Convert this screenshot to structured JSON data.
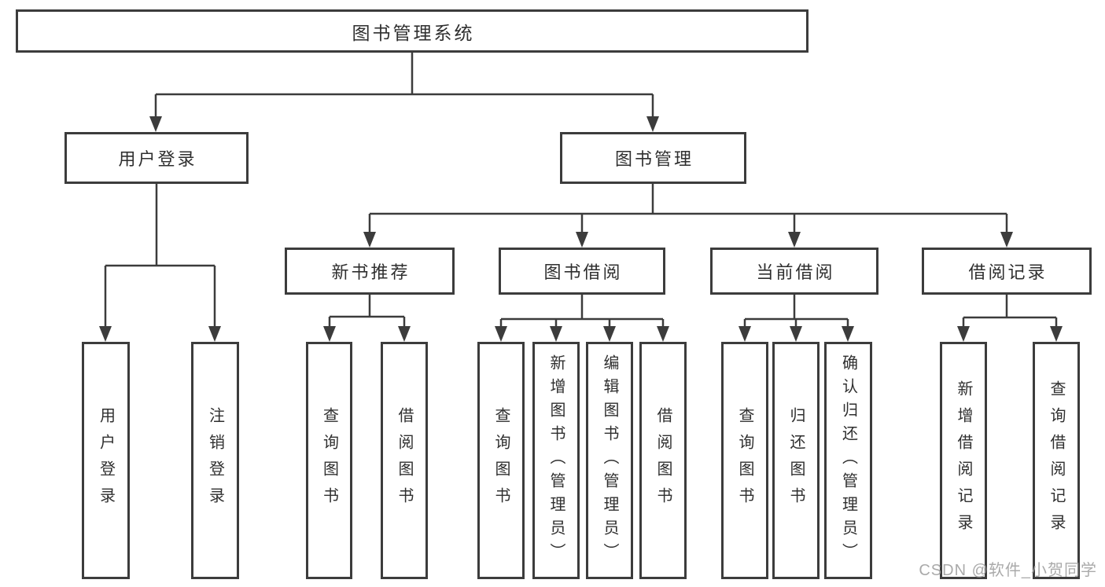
{
  "diagram": {
    "root": {
      "label": "图书管理系统"
    },
    "level2": [
      {
        "label": "用户登录"
      },
      {
        "label": "图书管理"
      }
    ],
    "level3": [
      {
        "label": "新书推荐"
      },
      {
        "label": "图书借阅"
      },
      {
        "label": "当前借阅"
      },
      {
        "label": "借阅记录"
      }
    ],
    "leaves": [
      {
        "label": "用户登录"
      },
      {
        "label": "注销登录"
      },
      {
        "label": "查询图书"
      },
      {
        "label": "借阅图书"
      },
      {
        "label": "查询图书"
      },
      {
        "label": "新增图书（管理员）"
      },
      {
        "label": "编辑图书（管理员）"
      },
      {
        "label": "借阅图书"
      },
      {
        "label": "查询图书"
      },
      {
        "label": "归还图书"
      },
      {
        "label": "确认归还（管理员）"
      },
      {
        "label": "新增借阅记录"
      },
      {
        "label": "查询借阅记录"
      }
    ]
  },
  "watermark": "CSDN @软件_小贺同学",
  "colors": {
    "line": "#3c3c3c",
    "text": "#2f2f2f",
    "watermark": "#9e9e9e",
    "background": "#ffffff"
  }
}
